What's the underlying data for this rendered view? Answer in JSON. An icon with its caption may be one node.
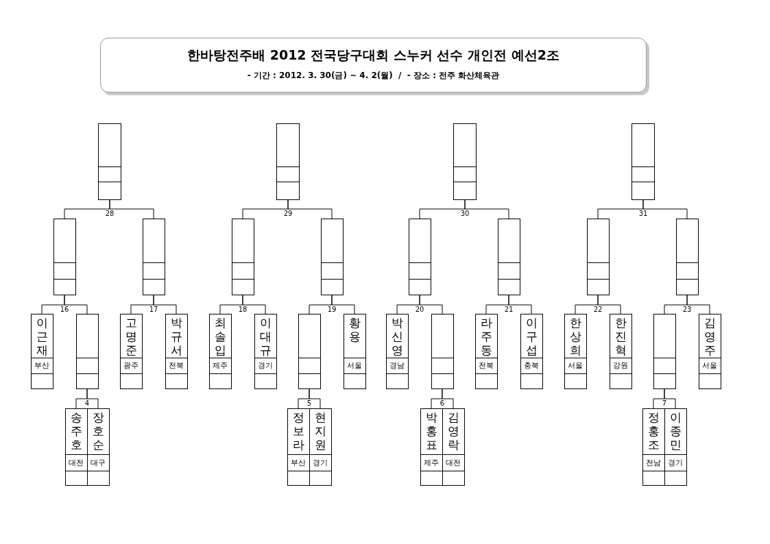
{
  "diagram": {
    "title": "한바탕전주배 2012 전국당구대회 스누커 선수 개인전 예선2조",
    "nodes": [
      {
        "text": [],
        "shape": "box"
      },
      {
        "text": [],
        "shape": "box"
      },
      {
        "text": [],
        "shape": "box"
      },
      {
        "text": [],
        "shape": "box"
      },
      {
        "text": [],
        "shape": "box"
      },
      {
        "text": [],
        "shape": "box"
      },
      {
        "text": [],
        "shape": "box"
      },
      {
        "text": [],
        "shape": "box"
      },
      {
        "text": [],
        "shape": "box"
      },
      {
        "text": [],
        "shape": "box"
      },
      {
        "text": [],
        "shape": "box"
      },
      {
        "text": [],
        "shape": "box"
      },
      {
        "text": [
          "이근재",
          "부산"
        ]
      },
      {
        "text": [],
        "shape": "box"
      },
      {
        "text": [
          "고명준",
          "광주"
        ]
      },
      {
        "text": [
          "박규서",
          "전북"
        ]
      },
      {
        "text": [
          "최솔입",
          "제주"
        ]
      },
      {
        "text": [
          "이대규",
          "경기"
        ]
      },
      {
        "text": [],
        "shape": "box"
      },
      {
        "text": [
          "황 용",
          "서울"
        ]
      },
      {
        "text": [
          "박신영",
          "경남"
        ]
      },
      {
        "text": [],
        "shape": "box"
      },
      {
        "text": [
          "라주동",
          "전북"
        ]
      },
      {
        "text": [
          "이구섭",
          "충북"
        ]
      },
      {
        "text": [
          "한상희",
          "서울"
        ]
      },
      {
        "text": [
          "한진혁",
          "강원"
        ]
      },
      {
        "text": [],
        "shape": "box"
      },
      {
        "text": [
          "김영주",
          "서울"
        ]
      },
      {
        "text": [
          "송주호",
          "대전"
        ]
      },
      {
        "text": [
          "장호순",
          "대구"
        ]
      },
      {
        "text": [
          "정보라",
          "부산"
        ]
      },
      {
        "text": [
          "현지원",
          "경기"
        ]
      },
      {
        "text": [
          "박홍표",
          "제주"
        ]
      },
      {
        "text": [
          "김영락",
          "대전"
        ]
      },
      {
        "text": [
          "정홍조",
          "전남"
        ]
      },
      {
        "text": [
          "이종민",
          "경기"
        ]
      }
    ],
    "edges": [
      {
        "from": 0,
        "to": 4,
        "arrow": "none"
      },
      {
        "from": 0,
        "to": 5,
        "arrow": "none"
      },
      {
        "from": 1,
        "to": 6,
        "arrow": "none"
      },
      {
        "from": 1,
        "to": 7,
        "arrow": "none"
      },
      {
        "from": 2,
        "to": 8,
        "arrow": "none"
      },
      {
        "from": 2,
        "to": 9,
        "arrow": "none"
      },
      {
        "from": 3,
        "to": 10,
        "arrow": "none"
      },
      {
        "from": 3,
        "to": 11,
        "arrow": "none"
      },
      {
        "from": 4,
        "to": 12,
        "arrow": "none"
      },
      {
        "from": 4,
        "to": 13,
        "arrow": "none"
      },
      {
        "from": 5,
        "to": 14,
        "arrow": "none"
      },
      {
        "from": 5,
        "to": 15,
        "arrow": "none"
      },
      {
        "from": 6,
        "to": 16,
        "arrow": "none"
      },
      {
        "from": 6,
        "to": 17,
        "arrow": "none"
      },
      {
        "from": 7,
        "to": 18,
        "arrow": "none"
      },
      {
        "from": 7,
        "to": 19,
        "arrow": "none"
      },
      {
        "from": 8,
        "to": 20,
        "arrow": "none"
      },
      {
        "from": 8,
        "to": 21,
        "arrow": "none"
      },
      {
        "from": 9,
        "to": 22,
        "arrow": "none"
      },
      {
        "from": 9,
        "to": 23,
        "arrow": "none"
      },
      {
        "from": 10,
        "to": 24,
        "arrow": "none"
      },
      {
        "from": 10,
        "to": 25,
        "arrow": "none"
      },
      {
        "from": 11,
        "to": 26,
        "arrow": "none"
      },
      {
        "from": 11,
        "to": 27,
        "arrow": "none"
      },
      {
        "from": 13,
        "to": 28,
        "arrow": "none"
      },
      {
        "from": 13,
        "to": 29,
        "arrow": "none"
      },
      {
        "from": 18,
        "to": 30,
        "arrow": "none"
      },
      {
        "from": 18,
        "to": 31,
        "arrow": "none"
      },
      {
        "from": 21,
        "to": 32,
        "arrow": "none"
      },
      {
        "from": 21,
        "to": 33,
        "arrow": "none"
      },
      {
        "from": 26,
        "to": 34,
        "arrow": "none"
      },
      {
        "from": 26,
        "to": 35,
        "arrow": "none"
      }
    ],
    "labels": [
      "- 기간 : 2012. 3. 30(금) ~ 4. 2(월)  /  - 장소 : 전주 화산체육관",
      "28",
      "29",
      "30",
      "31",
      "16",
      "17",
      "18",
      "19",
      "20",
      "21",
      "22",
      "23",
      "4",
      "5",
      "6",
      "7"
    ]
  }
}
